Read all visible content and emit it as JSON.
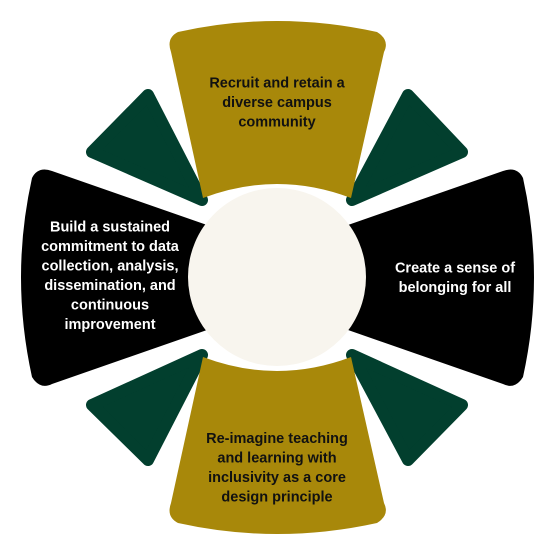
{
  "colors": {
    "gold": "#A8880A",
    "black": "#000000",
    "green": "#023F2E",
    "center": "#F8F5EE",
    "background": "#FFFFFF"
  },
  "segments": {
    "top": {
      "lines": [
        "Recruit and retain a",
        "diverse campus",
        "community"
      ]
    },
    "right": {
      "lines": [
        "Create a sense of",
        "belonging for all"
      ]
    },
    "bottom": {
      "lines": [
        "Re-imagine teaching",
        "and learning with",
        "inclusivity as a core",
        "design principle"
      ]
    },
    "left": {
      "lines": [
        "Build a sustained",
        "commitment to data",
        "collection, analysis,",
        "dissemination, and",
        "continuous",
        "improvement"
      ]
    }
  }
}
